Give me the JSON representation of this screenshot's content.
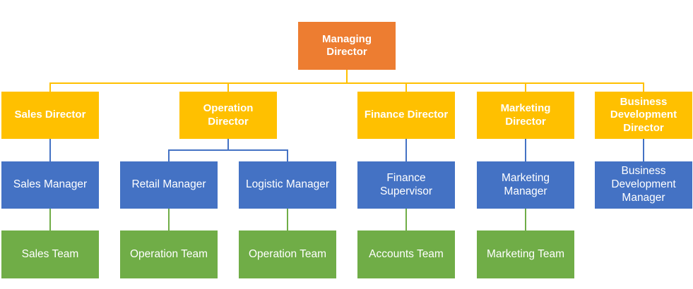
{
  "nodes": {
    "managing_director": "Managing Director",
    "sales_director": "Sales Director",
    "operation_director": "Operation Director",
    "finance_director": "Finance Director",
    "marketing_director": "Marketing Director",
    "bd_director": "Business Development Director",
    "sales_manager": "Sales Manager",
    "retail_manager": "Retail Manager",
    "logistic_manager": "Logistic Manager",
    "finance_supervisor": "Finance Supervisor",
    "marketing_manager": "Marketing Manager",
    "bd_manager": "Business Development Manager",
    "sales_team": "Sales Team",
    "operation_team_1": "Operation Team",
    "operation_team_2": "Operation Team",
    "accounts_team": "Accounts Team",
    "marketing_team": "Marketing Team"
  },
  "colors": {
    "top_level": "#ED7D31",
    "directors": "#FFC000",
    "managers": "#4472C4",
    "teams": "#70AD47"
  }
}
